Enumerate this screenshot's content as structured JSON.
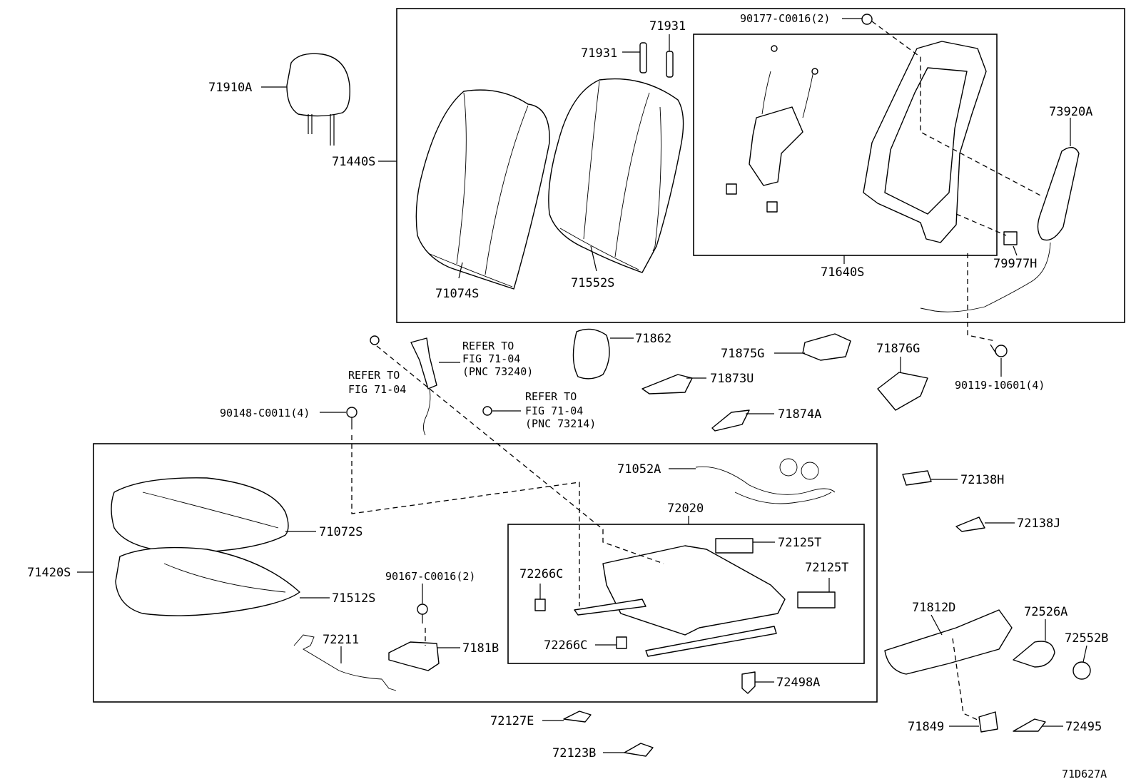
{
  "diagram_id": "71D627A",
  "labels": {
    "headrest": "71910A",
    "seatback_assy": "71440S",
    "seatback_pad": "71074S",
    "seatback_cover": "71552S",
    "hook_1": "71931",
    "hook_2": "71931",
    "nut_upper": "90177-C0016(2)",
    "seatback_frame": "71640S",
    "side_airbag": "73920A",
    "airbag_label": "79977H",
    "bolt_right": "90119-10601(4)",
    "buckle_ref_line1": "REFER TO",
    "buckle_ref_line2": "FIG 71-04",
    "buckle_ref_line3": "(PNC 73240)",
    "refer_left_line1": "REFER TO",
    "refer_left_line2": "FIG 71-04",
    "sensor_ref_line1": "REFER TO",
    "sensor_ref_line2": "FIG 71-04",
    "sensor_ref_line3": "(PNC 73214)",
    "bolt_left": "90148-C0011(4)",
    "cap_71862": "71862",
    "cover_71875G": "71875G",
    "cover_71876G": "71876G",
    "cover_71873U": "71873U",
    "cover_71874A": "71874A",
    "cushion_assy": "71420S",
    "cushion_pad": "71072S",
    "cushion_cover": "71512S",
    "spring_71052A": "71052A",
    "adjuster_assy": "72020",
    "cover_72125T_1": "72125T",
    "cover_72125T_2": "72125T",
    "clip_72266C_1": "72266C",
    "clip_72266C_2": "72266C",
    "nut_lower": "90167-C0016(2)",
    "bracket_7181B": "7181B",
    "rod_72211": "72211",
    "cover_72498A": "72498A",
    "cover_72138H": "72138H",
    "cover_72138J": "72138J",
    "shield_71812D": "71812D",
    "knob_72526A": "72526A",
    "knob_72552B": "72552B",
    "cover_71849": "71849",
    "cover_72495": "72495",
    "cover_72127E": "72127E",
    "cover_72123B": "72123B"
  }
}
